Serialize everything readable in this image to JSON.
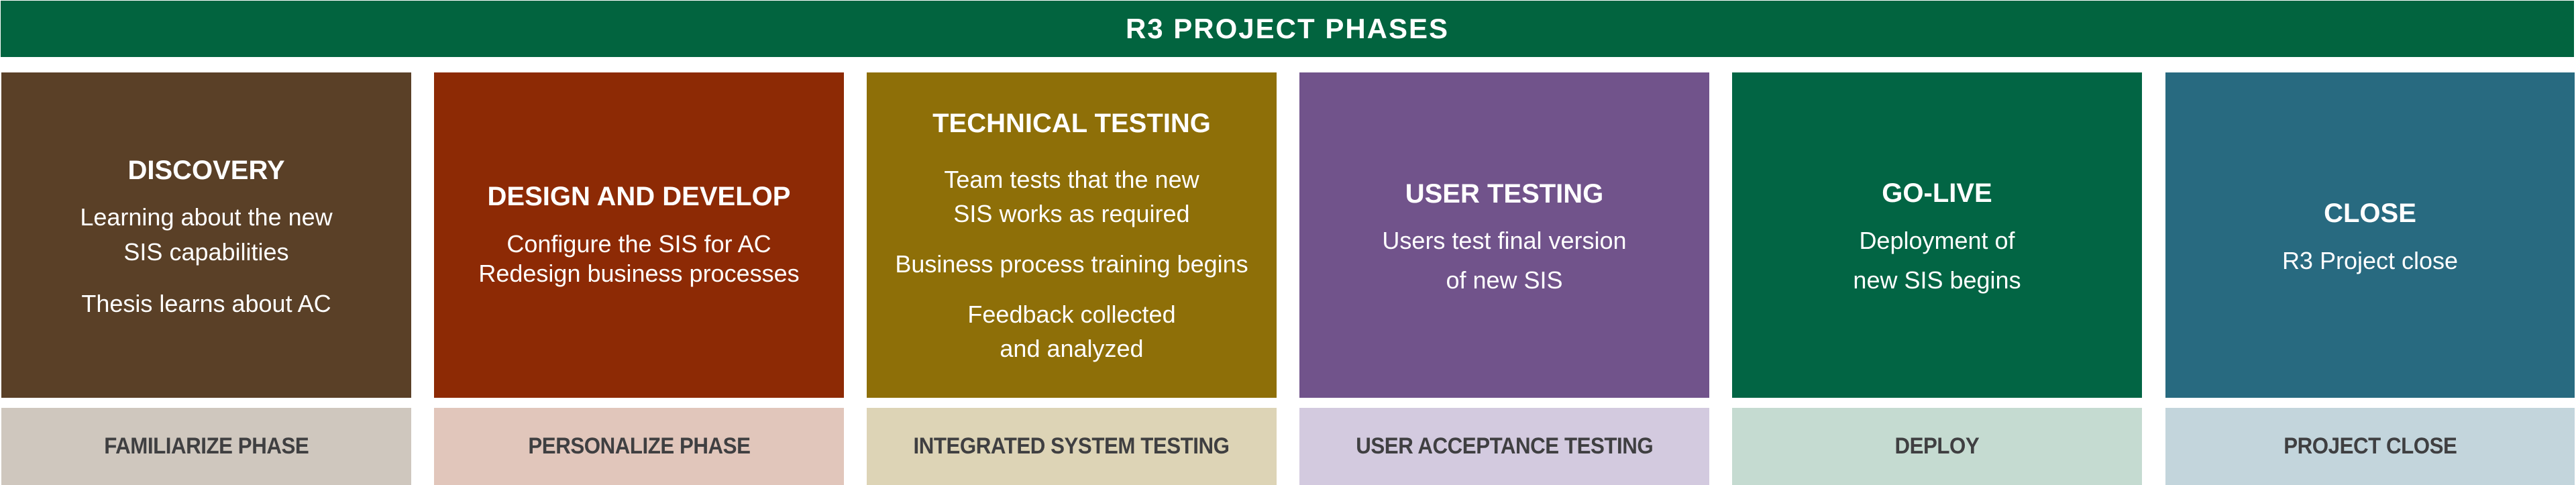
{
  "header": {
    "title": "R3 PROJECT PHASES"
  },
  "colors": {
    "header_bg": "#02643f",
    "label_text": "#3f3f41"
  },
  "phases": [
    {
      "title": "DISCOVERY",
      "lines": [
        "Learning about the new",
        "SIS capabilities",
        "Thesis learns about AC"
      ],
      "label": "FAMILIARIZE PHASE",
      "card_color": "#5a4027",
      "label_color": "#cfc7be"
    },
    {
      "title": "DESIGN AND DEVELOP",
      "lines": [
        "Configure the SIS for AC",
        "Redesign business processes"
      ],
      "label": "PERSONALIZE PHASE",
      "card_color": "#8d2a05",
      "label_color": "#e1c6bb"
    },
    {
      "title": "TECHNICAL TESTING",
      "lines": [
        "Team tests that the new",
        "SIS works as required",
        "Business process training begins",
        "Feedback collected",
        "and analyzed"
      ],
      "label": "INTEGRATED SYSTEM TESTING",
      "card_color": "#8e6f08",
      "label_color": "#ddd4b6"
    },
    {
      "title": "USER TESTING",
      "lines": [
        "Users test final version",
        "of new SIS"
      ],
      "label": "USER ACCEPTANCE TESTING",
      "card_color": "#71538b",
      "label_color": "#d3cadf"
    },
    {
      "title": "GO-LIVE",
      "lines": [
        "Deployment of",
        "new SIS begins"
      ],
      "label": "DEPLOY",
      "card_color": "#026544",
      "label_color": "#c5dbd1"
    },
    {
      "title": "CLOSE",
      "lines": [
        "R3 Project close"
      ],
      "label": "PROJECT CLOSE",
      "card_color": "#286a80",
      "label_color": "#c3d5dc"
    }
  ]
}
